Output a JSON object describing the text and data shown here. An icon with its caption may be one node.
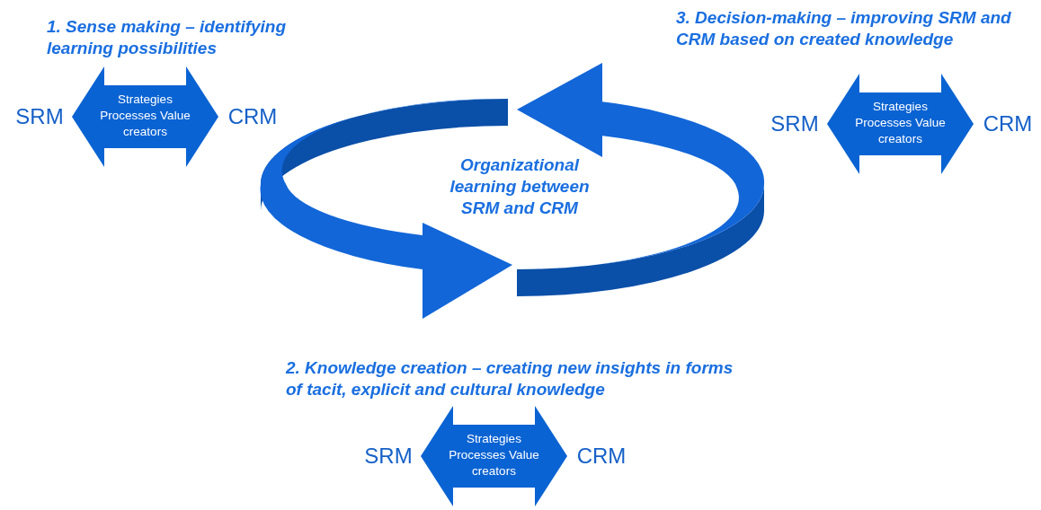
{
  "diagram": {
    "nodes": [
      {
        "text": [
          "SRM"
        ]
      },
      {
        "text": [
          "CRM"
        ]
      },
      {
        "text": [
          "SRM"
        ]
      },
      {
        "text": [
          "CRM"
        ]
      },
      {
        "text": [
          "SRM"
        ]
      },
      {
        "text": [
          "CRM"
        ]
      }
    ],
    "edges": [
      {
        "from": 0,
        "to": 1,
        "arrow": "both",
        "label": "Strategies Processes Value creators"
      },
      {
        "from": 2,
        "to": 3,
        "arrow": "both",
        "label": "Strategies Processes Value creators"
      },
      {
        "from": 4,
        "to": 5,
        "arrow": "both",
        "label": "Strategies Processes Value creators"
      }
    ],
    "labels": [
      "1. Sense making – identifying learning possibilities",
      "3. Decision-making – improving SRM and CRM based on created knowledge",
      "Organizational learning between SRM and CRM",
      "2. Knowledge creation – creating new insights in forms of tacit, explicit and cultural knowledge"
    ]
  }
}
